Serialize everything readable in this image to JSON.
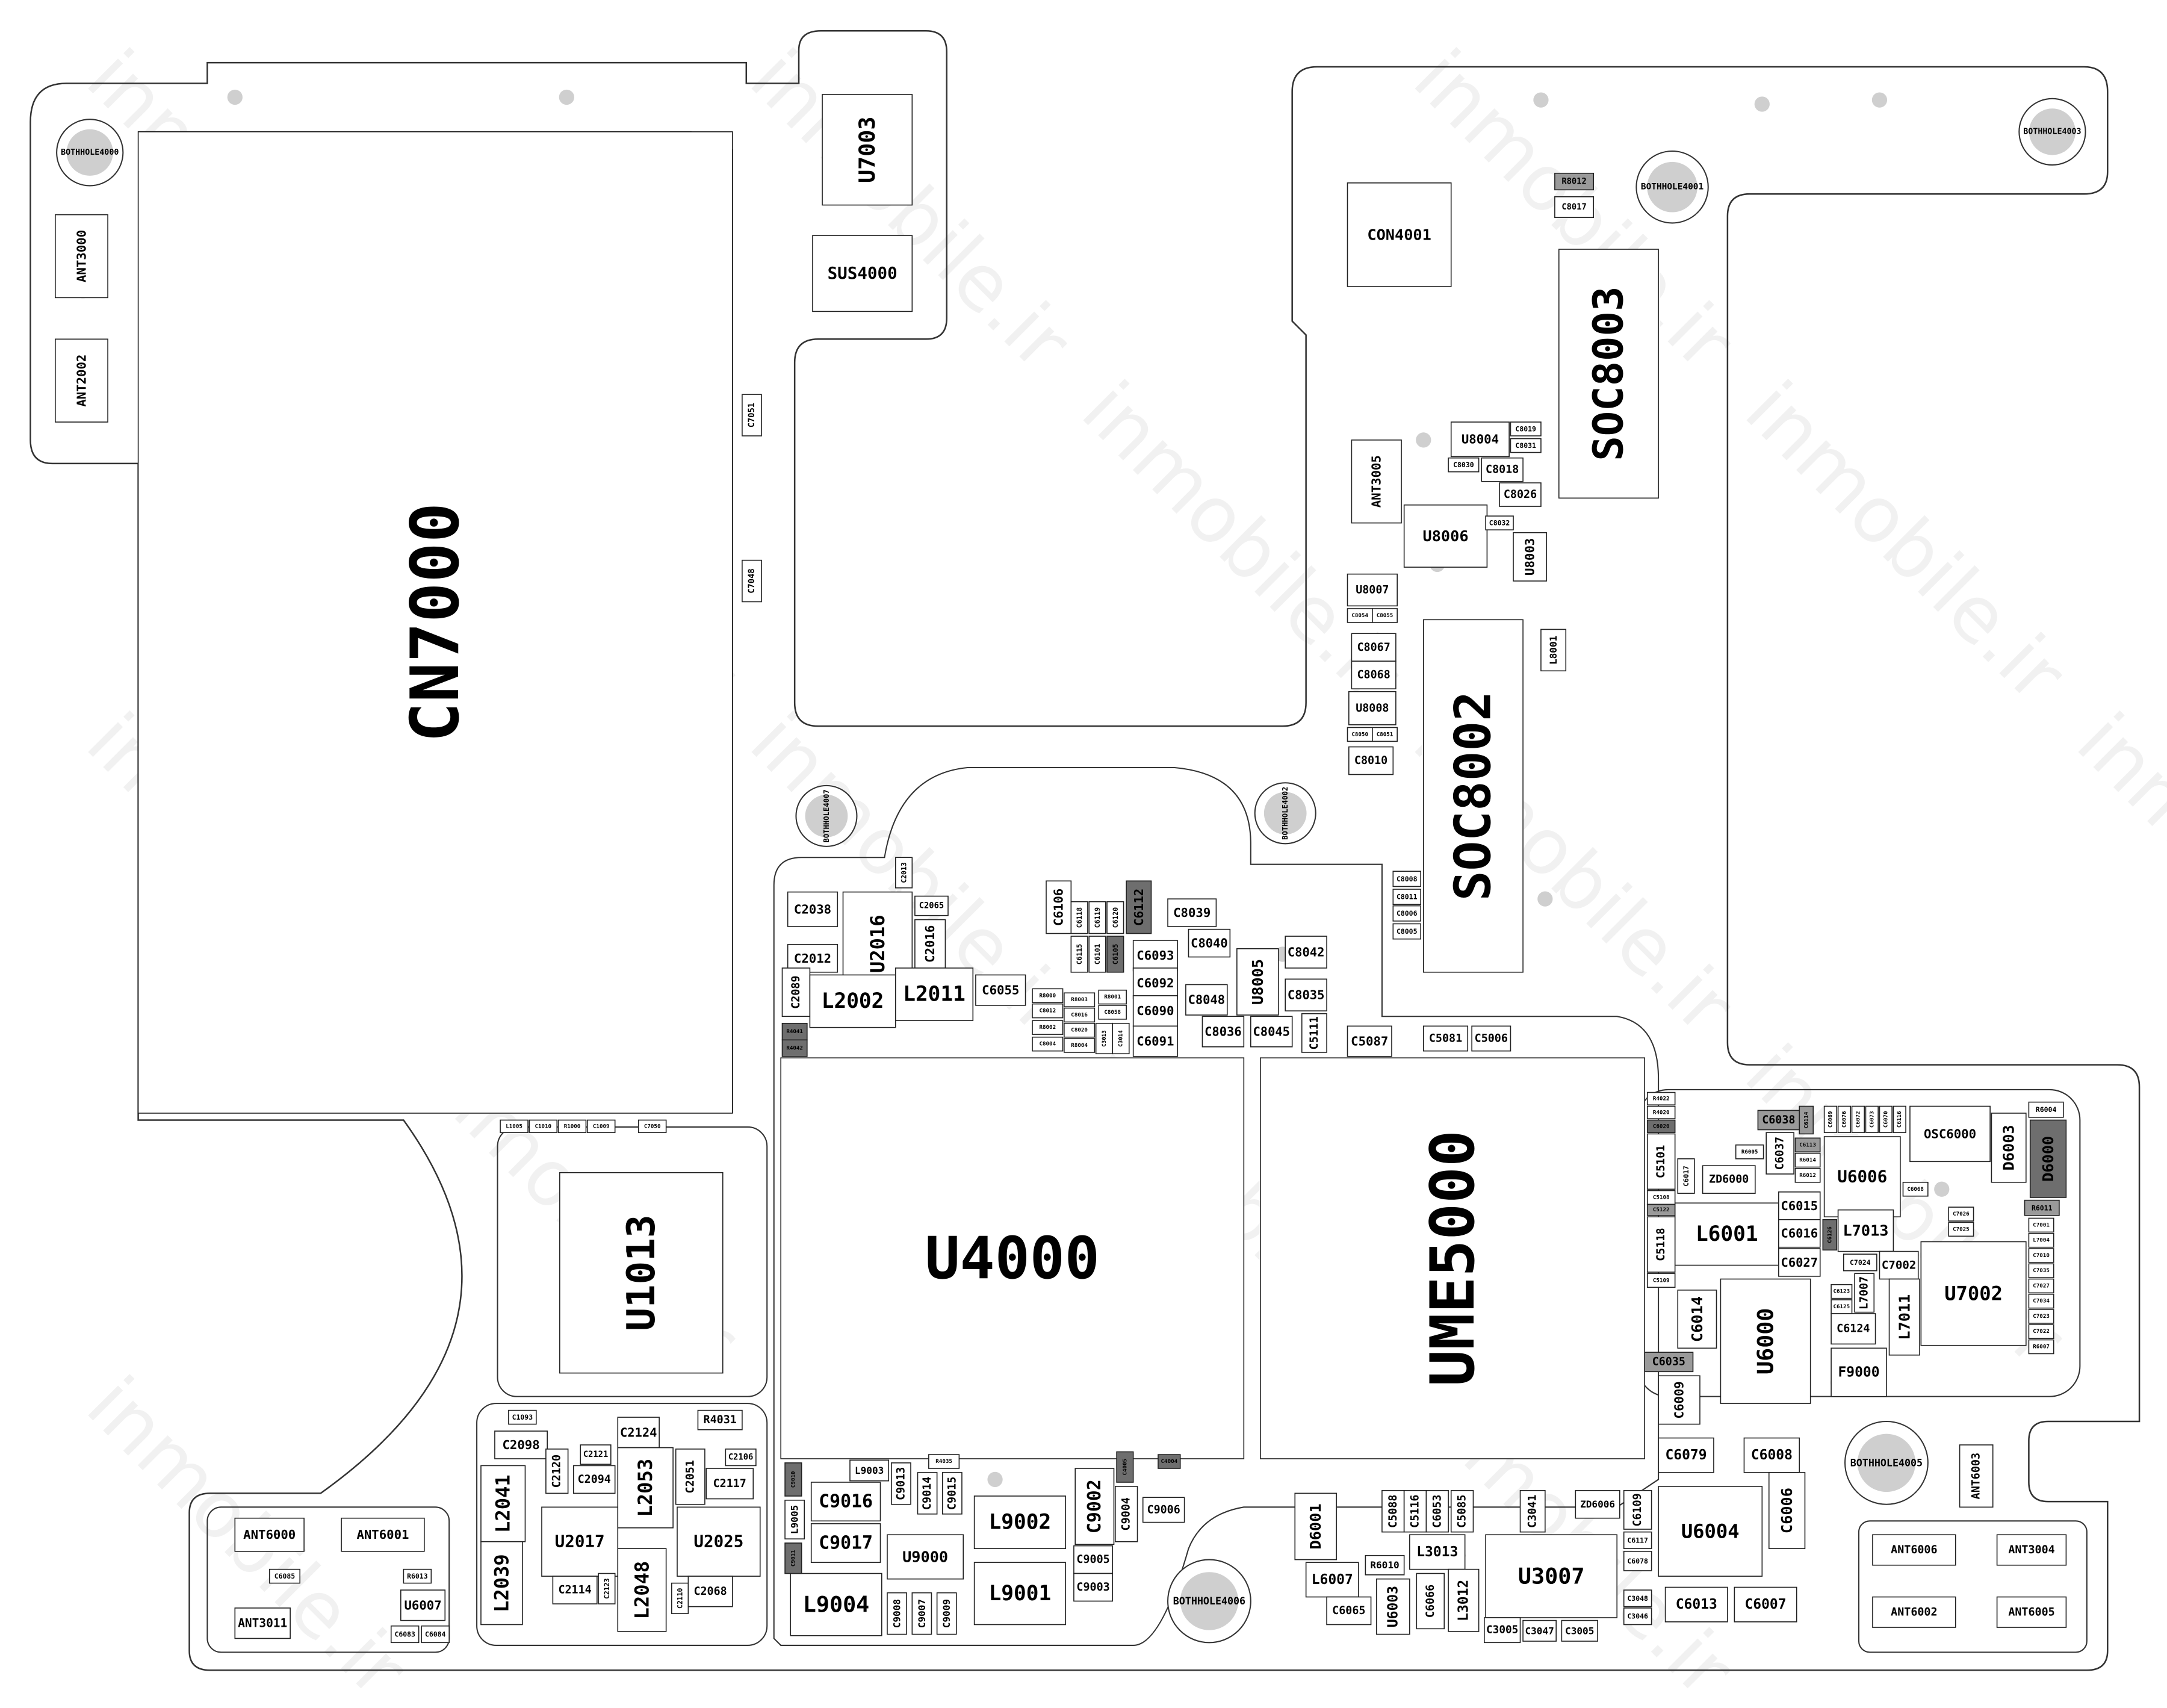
{
  "title": "PCB component layout",
  "watermark": "inmobile.ir",
  "components": [
    "CN7000",
    "U4000",
    "UME5000",
    "SOC8002",
    "SOC8003",
    "U1013",
    "CON4001",
    "U7003",
    "SUS4000",
    "ANT3000",
    "ANT2002",
    "ANT3005",
    "U8004",
    "U8006",
    "U8003",
    "U8007",
    "C8067",
    "C8068",
    "U8008",
    "C8010",
    "L8001",
    "C2038",
    "U2016",
    "C2065",
    "C2016",
    "C2012",
    "C2089",
    "L2002",
    "L2011",
    "C6055",
    "C6106",
    "C6112",
    "C8039",
    "C8040",
    "U8005",
    "C8042",
    "C8035",
    "C6093",
    "C6092",
    "C6090",
    "C6091",
    "C8048",
    "C8036",
    "C8045",
    "C5111",
    "C5087",
    "C5081",
    "C5006",
    "C8008",
    "C8011",
    "C8006",
    "C8005",
    "C9016",
    "C9017",
    "L9004",
    "U9000",
    "L9002",
    "L9001",
    "C9002",
    "C9006",
    "C9005",
    "C9003",
    "C9013",
    "C9014",
    "C9015",
    "L9003",
    "L9005",
    "C9004",
    "C9008",
    "C9007",
    "C9009",
    "C2098",
    "L2041",
    "L2039",
    "U2017",
    "C2120",
    "C2121",
    "C2094",
    "C2124",
    "L2053",
    "C2051",
    "C2117",
    "C2106",
    "U2025",
    "L2048",
    "C2114",
    "C2123",
    "C2110",
    "C2068",
    "R4031",
    "C1093",
    "ANT6000",
    "ANT6001",
    "ANT3011",
    "U6007",
    "C6085",
    "R6013",
    "C6083",
    "C6084",
    "C6038",
    "ZD6000",
    "C6037",
    "U6006",
    "OSC6000",
    "D6003",
    "D6000",
    "L6001",
    "C6015",
    "C6016",
    "C6027",
    "L7013",
    "C7002",
    "U7002",
    "L7011",
    "L7007",
    "C6124",
    "F9000",
    "U6000",
    "C6014",
    "C6035",
    "C6009",
    "C5101",
    "C5118",
    "C6079",
    "C6008",
    "U6004",
    "C6006",
    "C6013",
    "C6007",
    "U3007",
    "L3013",
    "L3012",
    "C3005",
    "C3047",
    "D6001",
    "L6007",
    "C6065",
    "U6003",
    "R6010",
    "C6066",
    "C5088",
    "C5116",
    "C6053",
    "C5085",
    "C3041",
    "ZD6006",
    "C6109",
    "C6117",
    "C6078",
    "C3048",
    "C3046",
    "ANT6003",
    "ANT6006",
    "ANT3004",
    "ANT6002",
    "ANT6005",
    "R8012",
    "C8017",
    "C7051",
    "C7048",
    "L1005",
    "C1010",
    "R1000",
    "C1009",
    "C7050",
    "C8019",
    "C8031",
    "C8030",
    "C8018",
    "C8026",
    "C8032",
    "C8054",
    "C8055",
    "C8050",
    "C8051",
    "C6118",
    "C6119",
    "C6120",
    "C6115",
    "C6101",
    "C6105",
    "C2013",
    "R6004",
    "R6011",
    "C7001",
    "L7004",
    "C7010",
    "C7035",
    "C7027",
    "C7034",
    "C7023",
    "C7022",
    "R6007",
    "C6123",
    "C6125",
    "C7024",
    "R6005",
    "R6014",
    "R6012",
    "C6113",
    "C6114",
    "C6069",
    "C6076",
    "C6072",
    "C6073",
    "C6070",
    "C6116",
    "C6068",
    "C7026",
    "C7025",
    "C6017",
    "C5108",
    "C5109",
    "C5122",
    "C6020",
    "R4022",
    "R4020",
    "C6126",
    "R8000",
    "C8012",
    "R8003",
    "C8016",
    "R8001",
    "C8058",
    "R8002",
    "C8004",
    "C8020",
    "R8004",
    "C3013",
    "C3014",
    "R4041",
    "R4042",
    "C4004",
    "C4005",
    "R4035",
    "C9011",
    "C9010",
    "C3005"
  ],
  "holes": [
    "BOTHHOLE4000",
    "BOTHHOLE4001",
    "BOTHHOLE4003",
    "BOTHHOLE4007",
    "BOTHHOLE4002",
    "BOTHHOLE4005",
    "BOTHHOLE4006"
  ],
  "colors": {
    "dark_part": "#6e6e6e",
    "mid_part": "#9a9a9a",
    "pad": "#cfcfcf",
    "line": "#333333"
  }
}
